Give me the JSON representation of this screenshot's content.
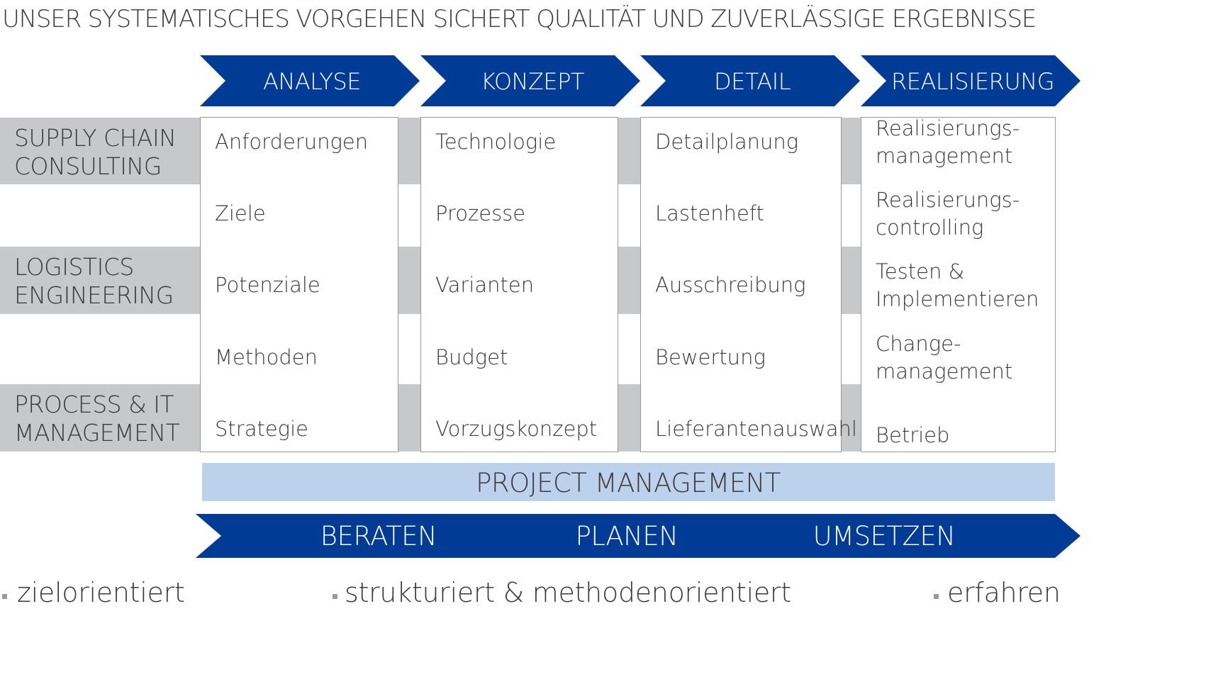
{
  "title": "UNSER SYSTEMATISCHES VORGEHEN SICHERT QUALITÄT UND ZUVERLÄSSIGE ERGEBNISSE",
  "colors": {
    "arrow_blue": "#003b96",
    "row_band_grey": "#c7c8ca",
    "pm_bar_blue": "#bcd2ec",
    "box_border": "#9a9a9a",
    "text_dark": "#3a3a3a",
    "bullet_grey": "#9a9a9a"
  },
  "phases": [
    {
      "label": "ANALYSE",
      "items": [
        "Anforderungen",
        "Ziele",
        "Potenziale",
        "Methoden",
        "Strategie"
      ]
    },
    {
      "label": "KONZEPT",
      "items": [
        "Technologie",
        "Prozesse",
        "Varianten",
        "Budget",
        "Vorzugskonzept"
      ]
    },
    {
      "label": "DETAIL",
      "items": [
        "Detailplanung",
        "Lastenheft",
        "Ausschreibung",
        "Bewertung",
        "Lieferantenauswahl"
      ]
    },
    {
      "label": "REALISIERUNG",
      "items": [
        [
          "Realisierungs-",
          "management"
        ],
        [
          "Realisierungs-",
          "controlling"
        ],
        [
          "Testen &",
          "Implementieren"
        ],
        [
          "Change-",
          "management"
        ],
        "Betrieb"
      ]
    }
  ],
  "row_labels": [
    [
      "SUPPLY CHAIN",
      "CONSULTING"
    ],
    [
      "LOGISTICS",
      "ENGINEERING"
    ],
    [
      "PROCESS & IT",
      "MANAGEMENT"
    ]
  ],
  "project_management_label": "PROJECT MANAGEMENT",
  "bottom_arrow_labels": [
    "BERATEN",
    "PLANEN",
    "UMSETZEN"
  ],
  "footer_items": [
    "zielorientiert",
    "strukturiert & methodenorientiert",
    "erfahren"
  ]
}
